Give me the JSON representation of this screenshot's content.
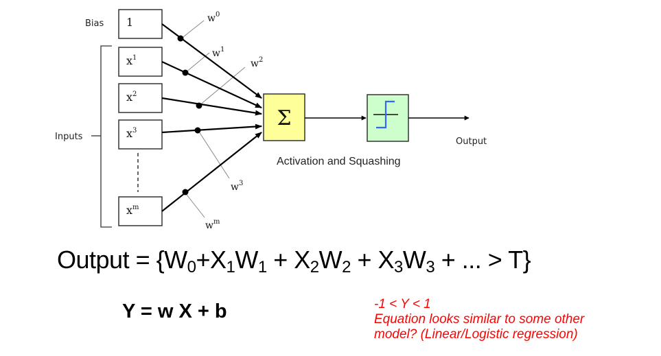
{
  "diagram": {
    "bias_label": "Bias",
    "inputs_label": "Inputs",
    "output_label": "Output",
    "activation_label": "Activation and Squashing",
    "nodes": [
      {
        "base": "1",
        "sup": ""
      },
      {
        "base": "x",
        "sup": "1"
      },
      {
        "base": "x",
        "sup": "2"
      },
      {
        "base": "x",
        "sup": "3"
      },
      {
        "base": "x",
        "sup": "m"
      }
    ],
    "weights": [
      {
        "base": "w",
        "sup": "0"
      },
      {
        "base": "w",
        "sup": "1"
      },
      {
        "base": "w",
        "sup": "2"
      },
      {
        "base": "w",
        "sup": "3"
      },
      {
        "base": "w",
        "sup": "m"
      }
    ],
    "sum_symbol": "Σ",
    "colors": {
      "sum_fill": "#ffff99",
      "activation_fill": "#ccffcc",
      "step_line": "#3366ff",
      "note_text": "#ff0000"
    }
  },
  "formula": {
    "prefix": "Output = {W",
    "parts": [
      {
        "sub": "0",
        "text": "+X"
      },
      {
        "sub": "1",
        "text": "W"
      },
      {
        "sub": "1",
        "text": " + X"
      },
      {
        "sub": "2",
        "text": "W"
      },
      {
        "sub": "2",
        "text": " + X"
      },
      {
        "sub": "3",
        "text": "W"
      },
      {
        "sub": "3",
        "text": " + ... > T}"
      }
    ]
  },
  "equation": "Y = w X + b",
  "notes": [
    "-1 < Y < 1",
    "Equation looks similar to some other",
    "model? (Linear/Logistic regression)"
  ]
}
